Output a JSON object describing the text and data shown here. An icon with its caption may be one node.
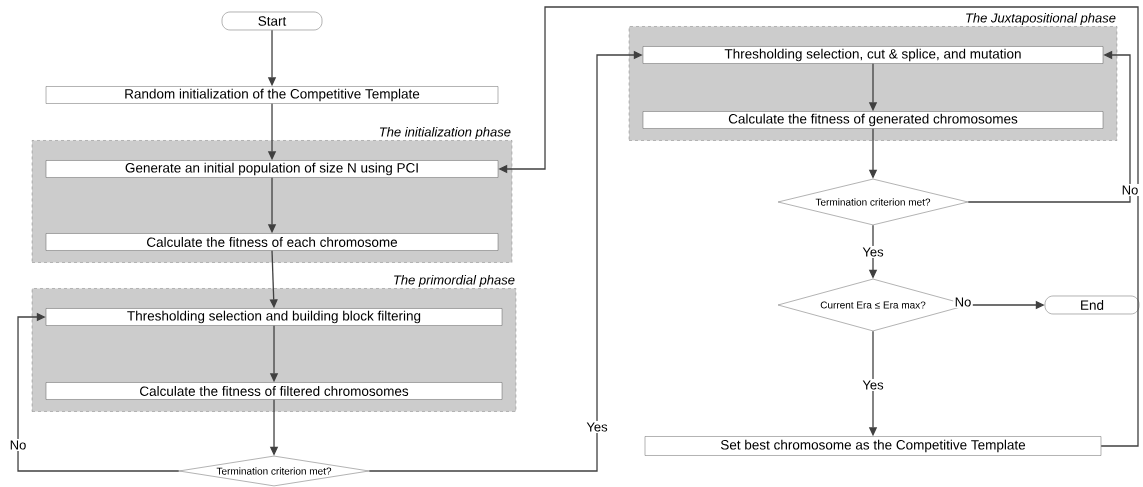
{
  "diagram": {
    "nodes": [
      {
        "text": [
          "Start"
        ]
      },
      {
        "text": [
          "Random initialization of the Competitive Template"
        ]
      },
      {
        "text": [
          "The initialization phase"
        ]
      },
      {
        "text": [
          "Generate an initial population of size N using PCI"
        ],
        "in": 2
      },
      {
        "text": [
          "Calculate the fitness of each chromosome"
        ],
        "in": 2
      },
      {
        "text": [
          "The primordial phase"
        ]
      },
      {
        "text": [
          "Thresholding selection and building block filtering"
        ],
        "in": 5
      },
      {
        "text": [
          "Calculate the fitness of filtered chromosomes"
        ],
        "in": 5
      },
      {
        "text": [
          "Termination criterion met?"
        ]
      },
      {
        "text": [
          "The Juxtapositional phase"
        ]
      },
      {
        "text": [
          "Thresholding selection, cut & splice, and mutation"
        ],
        "in": 9
      },
      {
        "text": [
          "Calculate the fitness of generated chromosomes"
        ],
        "in": 9
      },
      {
        "text": [
          "Termination criterion met?"
        ]
      },
      {
        "text": [
          "Current Era ≤ Era max?"
        ]
      },
      {
        "text": [
          "End"
        ]
      },
      {
        "text": [
          "Set best chromosome as the Competitive Template"
        ]
      }
    ],
    "edges": [
      {
        "from": 0,
        "to": 1,
        "arrow": "to"
      },
      {
        "from": 1,
        "to": 3,
        "arrow": "to"
      },
      {
        "from": 3,
        "to": 4,
        "arrow": "to"
      },
      {
        "from": 4,
        "to": 6,
        "arrow": "to"
      },
      {
        "from": 6,
        "to": 7,
        "arrow": "to"
      },
      {
        "from": 7,
        "to": 8,
        "arrow": "to"
      },
      {
        "from": 8,
        "to": 6,
        "arrow": "to",
        "label": "No"
      },
      {
        "from": 8,
        "to": 10,
        "arrow": "to",
        "label": "Yes"
      },
      {
        "from": 10,
        "to": 11,
        "arrow": "to"
      },
      {
        "from": 11,
        "to": 12,
        "arrow": "to"
      },
      {
        "from": 12,
        "to": 10,
        "arrow": "to",
        "label": "No"
      },
      {
        "from": 12,
        "to": 13,
        "arrow": "to",
        "label": "Yes"
      },
      {
        "from": 13,
        "to": 14,
        "arrow": "to",
        "label": "No"
      },
      {
        "from": 13,
        "to": 15,
        "arrow": "to",
        "label": "Yes"
      },
      {
        "from": 15,
        "to": 3,
        "arrow": "to"
      }
    ]
  }
}
